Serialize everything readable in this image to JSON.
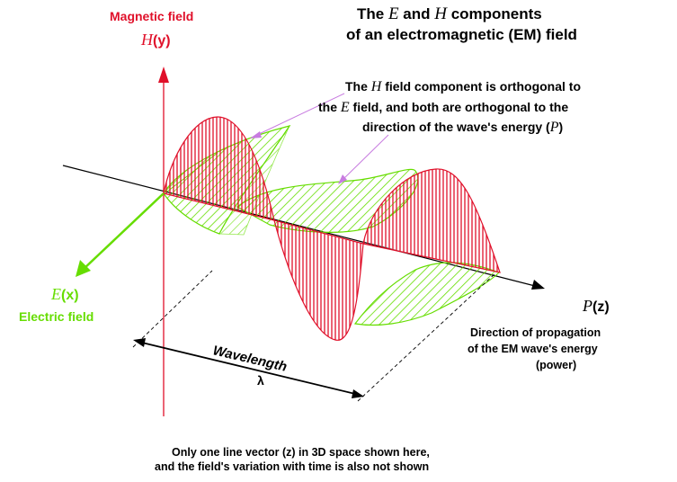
{
  "title": {
    "line1_pre": "The ",
    "line1_e": "E",
    "line1_mid": " and ",
    "line1_h": "H",
    "line1_post": " components",
    "line2": "of an electromagnetic (EM) field"
  },
  "magnetic": {
    "label": "Magnetic field",
    "symbol": "H",
    "axis": "(y)"
  },
  "electric": {
    "symbol": "E",
    "axis": "(x)",
    "label": "Electric field"
  },
  "propagation": {
    "symbol": "P",
    "axis": "(z)",
    "line1": "Direction of propagation",
    "line2": "of the EM wave's energy",
    "line3": "(power)"
  },
  "note": {
    "line1_pre": "The ",
    "line1_h": "H",
    "line1_post": " field component is orthogonal to",
    "line2_pre": "the ",
    "line2_e": "E",
    "line2_post": " field, and both are orthogonal to the",
    "line3_pre": "direction of the wave's energy (",
    "line3_p": "P",
    "line3_post": ")"
  },
  "wavelength": {
    "label": "Wavelength",
    "symbol": "λ"
  },
  "footer": {
    "line1": "Only one line vector (z) in 3D space shown here,",
    "line2": "and the field's variation with time is also not shown"
  },
  "colors": {
    "magnetic": "#e0102a",
    "electric": "#66dd00",
    "note_arrow": "#c87ce0"
  }
}
